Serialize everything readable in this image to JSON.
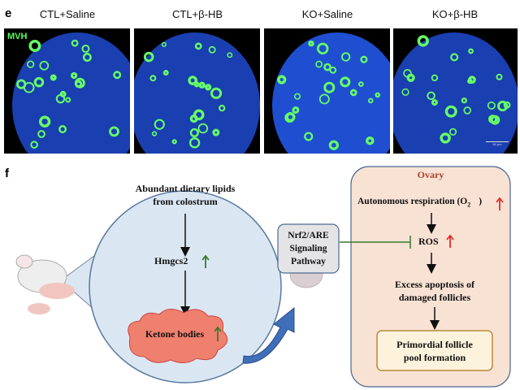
{
  "panel_e": {
    "letter": "e",
    "stain_label": "MVH",
    "scale_bar_label": "50 μm",
    "conditions": [
      "CTL+Saline",
      "CTL+β-HB",
      "KO+Saline",
      "KO+β-HB"
    ]
  },
  "panel_f": {
    "letter": "f",
    "lipids_text_1": "Abundant dietary lipids",
    "lipids_text_2": "from colostrum",
    "hmgcs2": "Hmgcs2",
    "ketone": "Ketone bodies",
    "nrf2_1": "Nrf2/ARE",
    "nrf2_2": "Signaling",
    "nrf2_3": "Pathway",
    "ovary_title": "Ovary",
    "respiration": "Autonomous respiration (O",
    "respiration_sub": "2",
    "respiration_end": ")",
    "ros": "ROS",
    "apoptosis_1": "Excess apoptosis of",
    "apoptosis_2": "damaged follicles",
    "pool_1": "Primordial follicle",
    "pool_2": "pool formation"
  },
  "colors": {
    "up_green": "#3a7a2a",
    "up_red": "#e0302a",
    "ovary_bg": "#f8e2d4",
    "circle_bg": "#dae7f2",
    "ketone": "#f0806e"
  }
}
